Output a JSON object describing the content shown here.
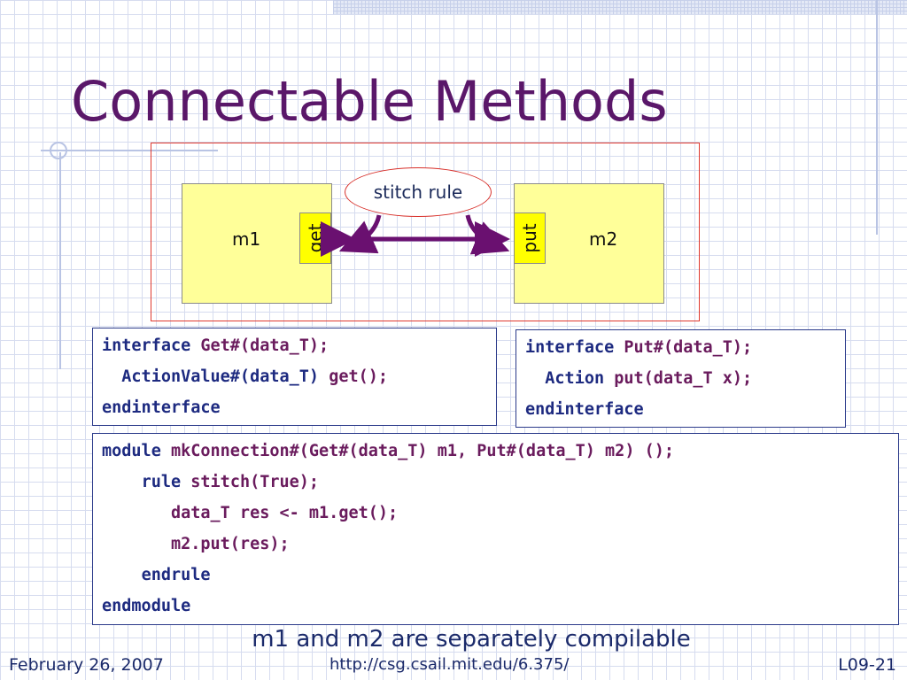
{
  "slide": {
    "title": "Connectable Methods",
    "caption": "m1 and m2 are separately compilable"
  },
  "diagram": {
    "m1_label": "m1",
    "m2_label": "m2",
    "get_port": "get",
    "put_port": "put",
    "stitch_label": "stitch rule"
  },
  "code": {
    "get_interface": {
      "line1_kw": "interface",
      "line1_rest": "Get#(data_T);",
      "line2_kw": "ActionValue#(data_T)",
      "line2_rest": "get();",
      "line3": "endinterface"
    },
    "put_interface": {
      "line1_kw": "interface",
      "line1_rest": "Put#(data_T);",
      "line2_kw": "Action",
      "line2_rest": "put(data_T x);",
      "line3": "endinterface"
    },
    "module": {
      "line1_kw": "module",
      "line1_rest": "mkConnection#(Get#(data_T) m1, Put#(data_T) m2) ();",
      "line2_kw": "rule",
      "line2_rest": "stitch(True);",
      "line3": "data_T res <- m1.get();",
      "line4": "m2.put(res);",
      "line5": "endrule",
      "line6": "endmodule"
    }
  },
  "footer": {
    "date": "February 26, 2007",
    "url": "http://csg.csail.mit.edu/6.375/",
    "page": "L09-21"
  },
  "colors": {
    "title": "#5a1769",
    "code": "#1d2a80",
    "module_fill": "#ffff99",
    "port_fill": "#ffff00",
    "arrow": "#6a1070",
    "frame_border": "#e03a2f"
  }
}
